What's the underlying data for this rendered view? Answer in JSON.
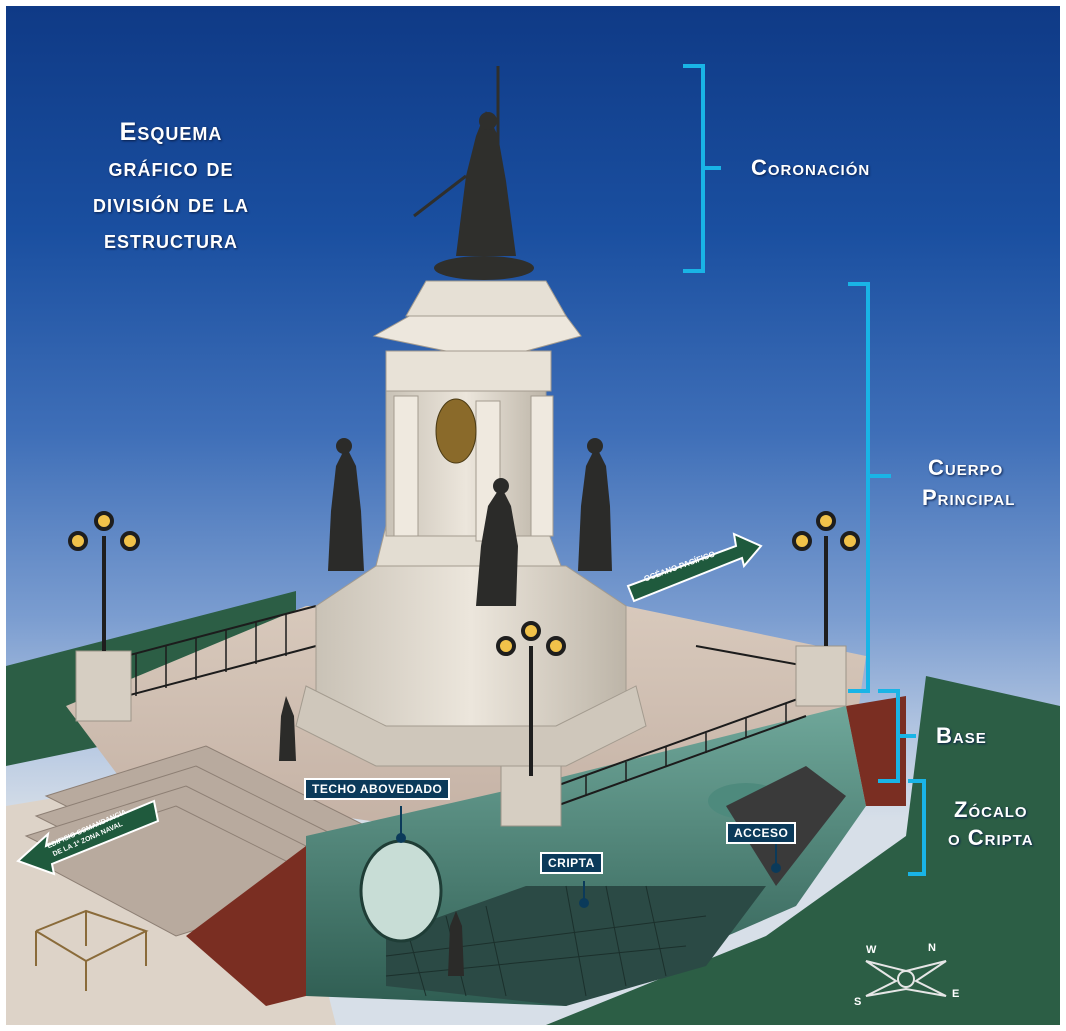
{
  "title_lines": [
    "Esquema",
    "gráfico de",
    "división de la",
    "estructura"
  ],
  "sections": {
    "coronacion": "Coronación",
    "cuerpo_line1": "Cuerpo",
    "cuerpo_line2": "Principal",
    "base": "Base",
    "zocalo_line1": "Zócalo",
    "zocalo_line2": "o Cripta"
  },
  "callouts": {
    "techo": "TECHO ABOVEDADO",
    "cripta": "CRIPTA",
    "acceso": "ACCESO"
  },
  "directions": {
    "ocean": "OCÉANO PACÍFICO",
    "comandancia_line1": "EDIFICIO COMANDANCIA",
    "comandancia_line2": "DE LA 1ª ZONA NAVAL"
  },
  "compass": {
    "n": "N",
    "s": "S",
    "e": "E",
    "w": "W"
  },
  "colors": {
    "bracket": "#19b4e6",
    "grass": "#2c5e45",
    "stone": "#d9d2c6",
    "label_bg": "#0b3a5a"
  }
}
